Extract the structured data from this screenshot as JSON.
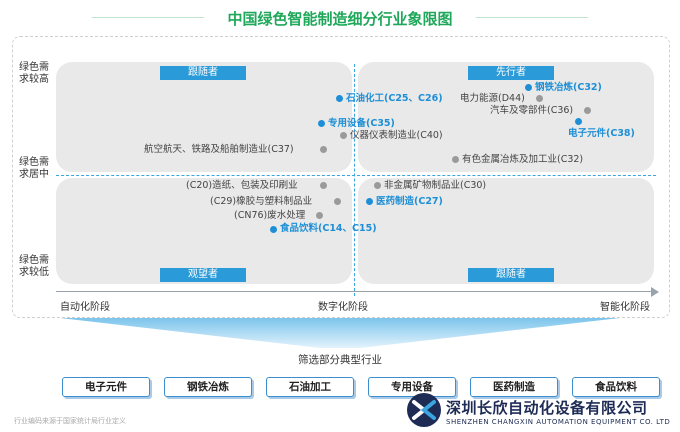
{
  "title": "中国绿色智能制造细分行业象限图",
  "y_labels": [
    "绿色需求较高",
    "绿色需求居中",
    "绿色需求较低"
  ],
  "quadrant_tags": {
    "top_left": "跟随者",
    "top_right": "先行者",
    "bottom_left": "观望者",
    "bottom_right": "跟随者"
  },
  "x_labels": [
    "自动化阶段",
    "数字化阶段",
    "智能化阶段"
  ],
  "items": {
    "steel": "钢铁冶炼(C32)",
    "power": "电力能源(D44)",
    "auto": "汽车及零部件(C36)",
    "electronic": "电子元件(C38)",
    "petro": "石油化工(C25、C26)",
    "special_equipment": "专用设备(C35)",
    "instrument": "仪器仪表制造业(C40)",
    "aerospace": "航空航天、铁路及船舶制造业(C37)",
    "nonferrous": "有色金属冶炼及加工业(C32)",
    "paper": "(C20)造纸、包装及印刷业",
    "nonmetal": "非金属矿物制品业(C30)",
    "rubber": "(C29)橡胶与塑料制品业",
    "pharma": "医药制造(C27)",
    "wastewater": "(CN76)废水处理",
    "food": "食品饮料(C14、C15)"
  },
  "filter_label": "筛选部分典型行业",
  "typical_industries": [
    "电子元件",
    "钢铁冶炼",
    "石油加工",
    "专用设备",
    "医药制造",
    "食品饮料"
  ],
  "footnote": "行业编码来源于国家统计局行业定义",
  "brand": {
    "name": "深圳长欣自动化设备有限公司",
    "name_en": "SHENZHEN CHANGXIN AUTOMATION EQUIPMENT CO. LTD"
  },
  "colors": {
    "title": "#1fa85a",
    "accent": "#2a9bd8",
    "highlight": "#1e8fd6",
    "brand": "#1d2b55"
  }
}
